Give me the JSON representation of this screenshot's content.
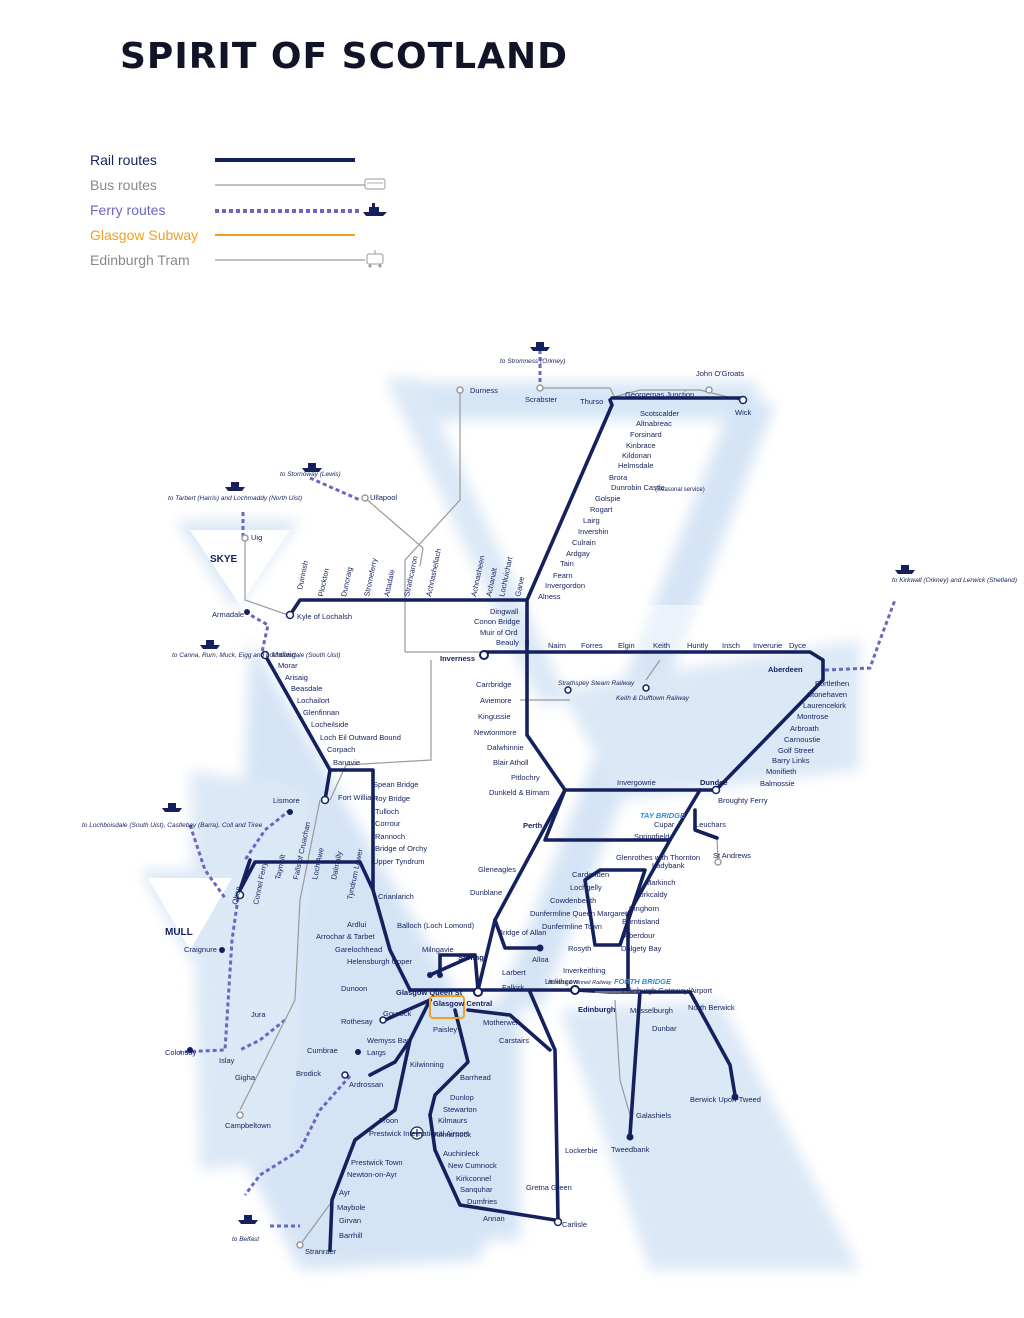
{
  "title": "SPIRIT OF SCOTLAND",
  "colors": {
    "rail": "#14215e",
    "bus": "#9a9a9a",
    "ferry": "#6b66bf",
    "subway": "#f0a020",
    "tram": "#9a9a9a",
    "land_glow": "#cfe0f4"
  },
  "legend": [
    {
      "label": "Rail routes",
      "style": "rail",
      "icon": ""
    },
    {
      "label": "Bus routes",
      "style": "bus",
      "icon": "bus-icon"
    },
    {
      "label": "Ferry routes",
      "style": "ferry",
      "icon": "ferry-icon"
    },
    {
      "label": "Glasgow Subway",
      "style": "subway",
      "icon": ""
    },
    {
      "label": "Edinburgh Tram",
      "style": "tram",
      "icon": "tram-icon"
    }
  ],
  "regions": [
    "SKYE",
    "MULL"
  ],
  "feature_labels": [
    "TAY BRIDGE",
    "FORTH BRIDGE",
    "Strathspey Steam Railway",
    "Keith & Dufftown Railway",
    "Bo'ness & Kinneil Railway",
    "(Seasonal service)"
  ],
  "ferry_notes": [
    "to Stromness (Orkney)",
    "to Stornoway (Lewis)",
    "to Tarbert (Harris) and Lochmaddy (North Uist)",
    "to Canna, Rum, Muck, Eigg and Lochboisdale (South Uist)",
    "to Lochboisdale (South Uist), Castlebay (Barra), Coll and Tiree",
    "to Kirkwall (Orkney) and Lerwick (Shetland)",
    "to Belfast"
  ],
  "stations": [
    "Scrabster",
    "Thurso",
    "Georgemas Junction",
    "John O'Groats",
    "Wick",
    "Durness",
    "Scotscalder",
    "Altnabreac",
    "Forsinard",
    "Kinbrace",
    "Kildonan",
    "Helmsdale",
    "Brora",
    "Dunrobin Castle",
    "Golspie",
    "Rogart",
    "Lairg",
    "Invershin",
    "Culrain",
    "Ardgay",
    "Tain",
    "Fearn",
    "Invergordon",
    "Alness",
    "Ullapool",
    "Uig",
    "Armadale",
    "Kyle of Lochalsh",
    "Duirinish",
    "Plockton",
    "Duncraig",
    "Stromeferry",
    "Attadale",
    "Strathcarron",
    "Achnashellach",
    "Achnasheen",
    "Achanalt",
    "Lochluichart",
    "Garve",
    "Dingwall",
    "Conon Bridge",
    "Muir of Ord",
    "Beauly",
    "Inverness",
    "Nairn",
    "Forres",
    "Elgin",
    "Keith",
    "Huntly",
    "Insch",
    "Inverurie",
    "Dyce",
    "Aberdeen",
    "Portlethen",
    "Stonehaven",
    "Laurencekirk",
    "Montrose",
    "Arbroath",
    "Carnoustie",
    "Golf Street",
    "Barry Links",
    "Monifieth",
    "Balmossie",
    "Broughty Ferry",
    "Dundee",
    "Invergowrie",
    "Carrbridge",
    "Aviemore",
    "Kingussie",
    "Newtonmore",
    "Dalwhinnie",
    "Blair Atholl",
    "Pitlochry",
    "Dunkeld & Birnam",
    "Perth",
    "Mallaig",
    "Morar",
    "Arisaig",
    "Beasdale",
    "Lochailort",
    "Glenfinnan",
    "Locheilside",
    "Loch Eil Outward Bound",
    "Corpach",
    "Banavie",
    "Fort William",
    "Spean Bridge",
    "Roy Bridge",
    "Tulloch",
    "Corrour",
    "Rannoch",
    "Bridge of Orchy",
    "Upper Tyndrum",
    "Crianlarich",
    "Lismore",
    "Oban",
    "Connel Ferry",
    "Taynuilt",
    "Falls of Cruachan",
    "Loch Awe",
    "Dalmally",
    "Tyndrum Lower",
    "Craignure",
    "Ardlui",
    "Arrochar & Tarbet",
    "Garelochhead",
    "Helensburgh Upper",
    "Dunoon",
    "Rothesay",
    "Balloch (Loch Lomond)",
    "Milngavie",
    "Gourock",
    "Wemyss Bay",
    "Largs",
    "Cumbrae",
    "Brodick",
    "Ardrossan",
    "Kilwinning",
    "Colonsay",
    "Islay",
    "Jura",
    "Gigha",
    "Campbeltown",
    "Troon",
    "Prestwick International Airport",
    "Prestwick Town",
    "Newton-on-Ayr",
    "Ayr",
    "Maybole",
    "Girvan",
    "Barrhill",
    "Stranraer",
    "Glasgow Queen St",
    "Glasgow Central",
    "Paisley",
    "Motherwell",
    "Carstairs",
    "Barrhead",
    "Dunlop",
    "Stewarton",
    "Kilmaurs",
    "Kilmarnock",
    "Auchinleck",
    "New Cumnock",
    "Kirkconnel",
    "Sanquhar",
    "Dumfries",
    "Annan",
    "Gretna Green",
    "Carlisle",
    "Lockerbie",
    "Gleneagles",
    "Dunblane",
    "Bridge of Allan",
    "Stirling",
    "Alloa",
    "Larbert",
    "Falkirk",
    "Linlithgow",
    "Edinburgh",
    "Edinburgh Gateway/Airport",
    "Musselburgh",
    "Dunbar",
    "North Berwick",
    "Berwick Upon-Tweed",
    "Galashiels",
    "Tweedbank",
    "Cardenden",
    "Lochgelly",
    "Cowdenbeath",
    "Dunfermline Queen Margaret",
    "Dunfermline Town",
    "Rosyth",
    "Inverkeithing",
    "Dalgety Bay",
    "Aberdour",
    "Burntisland",
    "Kinghorn",
    "Kirkcaldy",
    "Markinch",
    "Glenrothes with Thornton",
    "Ladybank",
    "Springfield",
    "Cupar",
    "Leuchars",
    "St Andrews"
  ]
}
